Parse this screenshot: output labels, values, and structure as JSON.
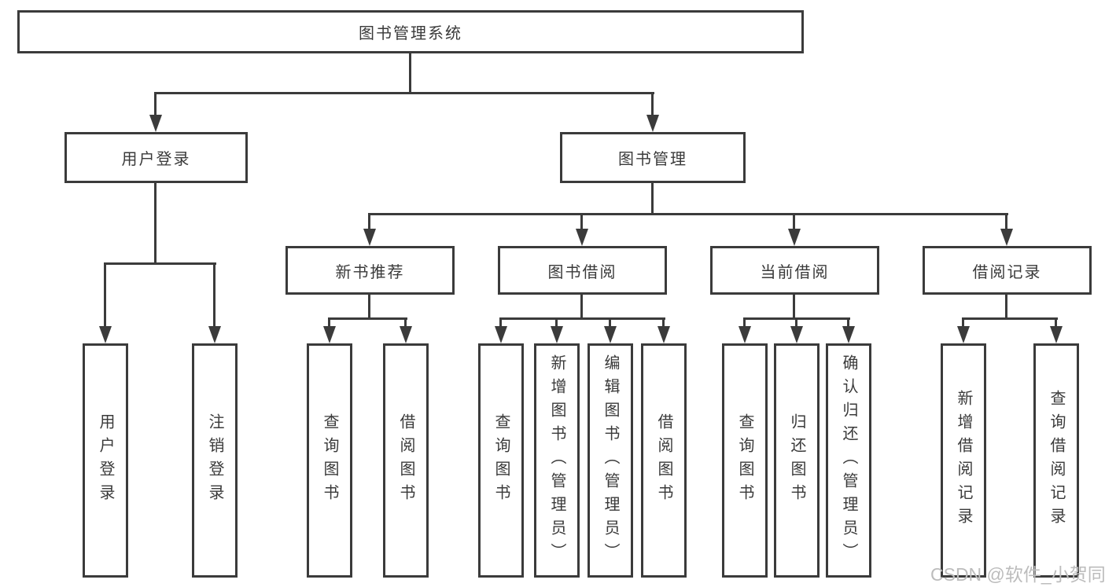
{
  "root": {
    "label": "图书管理系统"
  },
  "level2": [
    {
      "id": "user-login",
      "label": "用户登录"
    },
    {
      "id": "book-management",
      "label": "图书管理"
    }
  ],
  "level3": [
    {
      "id": "new-book-recommend",
      "label": "新书推荐",
      "parent": "图书管理"
    },
    {
      "id": "book-borrowing",
      "label": "图书借阅",
      "parent": "图书管理"
    },
    {
      "id": "current-borrowing",
      "label": "当前借阅",
      "parent": "图书管理"
    },
    {
      "id": "borrowing-records",
      "label": "借阅记录",
      "parent": "图书管理"
    }
  ],
  "leaves": [
    {
      "id": "user-login",
      "label": "用户登录",
      "parent": "用户登录"
    },
    {
      "id": "logout",
      "label": "注销登录",
      "parent": "用户登录"
    },
    {
      "id": "query-books-recommend",
      "label": "查询图书",
      "parent": "新书推荐"
    },
    {
      "id": "borrow-books-recommend",
      "label": "借阅图书",
      "parent": "新书推荐"
    },
    {
      "id": "query-books-borrowing",
      "label": "查询图书",
      "parent": "图书借阅"
    },
    {
      "id": "add-books-admin",
      "label": "新增图书（管理员）",
      "parent": "图书借阅"
    },
    {
      "id": "edit-books-admin",
      "label": "编辑图书（管理员）",
      "parent": "图书借阅"
    },
    {
      "id": "borrow-books-borrowing",
      "label": "借阅图书",
      "parent": "图书借阅"
    },
    {
      "id": "query-books-current",
      "label": "查询图书",
      "parent": "当前借阅"
    },
    {
      "id": "return-books",
      "label": "归还图书",
      "parent": "当前借阅"
    },
    {
      "id": "confirm-return-admin",
      "label": "确认归还（管理员）",
      "parent": "当前借阅"
    },
    {
      "id": "add-borrow-record",
      "label": "新增借阅记录",
      "parent": "借阅记录"
    },
    {
      "id": "query-borrow-record",
      "label": "查询借阅记录",
      "parent": "借阅记录"
    }
  ],
  "watermark": "CSDN @软件_小贺同学",
  "colors": {
    "line": "#3b3b3b",
    "text": "#3a3a3a",
    "watermark": "#bcbcbc",
    "background": "#ffffff"
  }
}
